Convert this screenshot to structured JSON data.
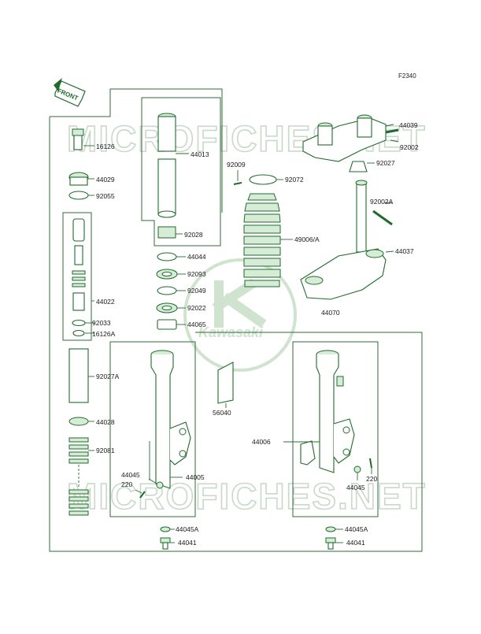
{
  "diagram": {
    "code": "F2340",
    "front_label": "FRONT",
    "watermark_text": "MICROFICHES.NET",
    "logo_text": "Kawasaki",
    "colors": {
      "line": "#2d6b36",
      "part": "#1f6b2c",
      "watermark": "#c9d9c9",
      "logo": "#cfe3cf"
    },
    "labels": [
      {
        "id": "44039",
        "text": "44039"
      },
      {
        "id": "92002",
        "text": "92002"
      },
      {
        "id": "92027",
        "text": "92027"
      },
      {
        "id": "16126",
        "text": "16126"
      },
      {
        "id": "44013",
        "text": "44013"
      },
      {
        "id": "44029",
        "text": "44029"
      },
      {
        "id": "92009",
        "text": "92009"
      },
      {
        "id": "92072",
        "text": "92072"
      },
      {
        "id": "92055",
        "text": "92055"
      },
      {
        "id": "92002A",
        "text": "92002A"
      },
      {
        "id": "92028",
        "text": "92028"
      },
      {
        "id": "49006A",
        "text": "49006/A"
      },
      {
        "id": "44037",
        "text": "44037"
      },
      {
        "id": "44044",
        "text": "44044"
      },
      {
        "id": "92093",
        "text": "92093"
      },
      {
        "id": "44022",
        "text": "44022"
      },
      {
        "id": "92049",
        "text": "92049"
      },
      {
        "id": "92022",
        "text": "92022"
      },
      {
        "id": "44070",
        "text": "44070"
      },
      {
        "id": "92033",
        "text": "92033"
      },
      {
        "id": "44065",
        "text": "44065"
      },
      {
        "id": "16126A",
        "text": "16126A"
      },
      {
        "id": "92027A",
        "text": "92027A"
      },
      {
        "id": "56040",
        "text": "56040"
      },
      {
        "id": "44028",
        "text": "44028"
      },
      {
        "id": "44006",
        "text": "44006"
      },
      {
        "id": "92081",
        "text": "92081"
      },
      {
        "id": "44045L",
        "text": "44045"
      },
      {
        "id": "220L",
        "text": "220"
      },
      {
        "id": "44005",
        "text": "44005"
      },
      {
        "id": "220R",
        "text": "220"
      },
      {
        "id": "44045R",
        "text": "44045"
      },
      {
        "id": "44045AL",
        "text": "44045A"
      },
      {
        "id": "44041L",
        "text": "44041"
      },
      {
        "id": "44045AR",
        "text": "44045A"
      },
      {
        "id": "44041R",
        "text": "44041"
      }
    ]
  }
}
